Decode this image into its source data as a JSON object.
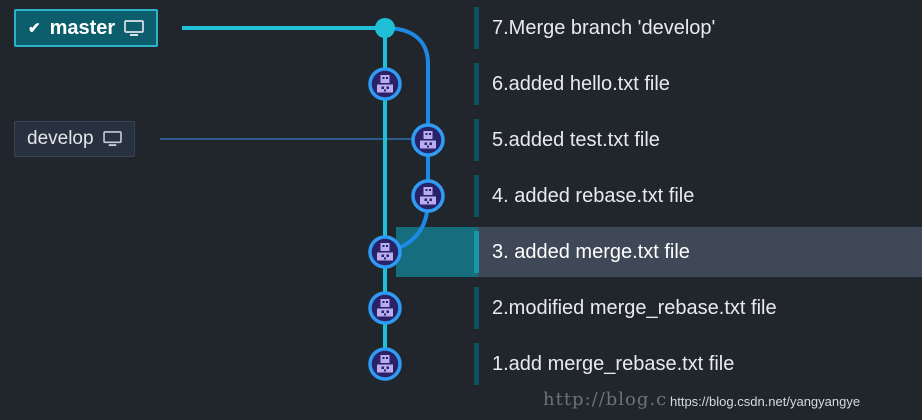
{
  "branches": {
    "master": {
      "label": "master",
      "checked_out": true
    },
    "develop": {
      "label": "develop"
    }
  },
  "commits": [
    {
      "message": "7.Merge branch 'develop'",
      "branch": "master",
      "type": "merge"
    },
    {
      "message": "6.added hello.txt file",
      "branch": "master",
      "type": "commit"
    },
    {
      "message": "5.added test.txt file",
      "branch": "develop",
      "type": "commit"
    },
    {
      "message": "4. added rebase.txt file",
      "branch": "develop",
      "type": "commit"
    },
    {
      "message": "3. added merge.txt file",
      "branch": "master",
      "type": "commit",
      "selected": true
    },
    {
      "message": "2.modified merge_rebase.txt file",
      "branch": "master",
      "type": "commit"
    },
    {
      "message": "1.add merge_rebase.txt file",
      "branch": "master",
      "type": "commit"
    }
  ],
  "watermark": {
    "text1": "http://blog.c",
    "text2": "https://blog.csdn.net/yangyangye"
  },
  "colors": {
    "background": "#21262c",
    "master_accent": "#1fc0d7",
    "develop_accent": "#1e88e5",
    "selected_row": "#3e4857",
    "commit_bar": "#0d5160"
  }
}
